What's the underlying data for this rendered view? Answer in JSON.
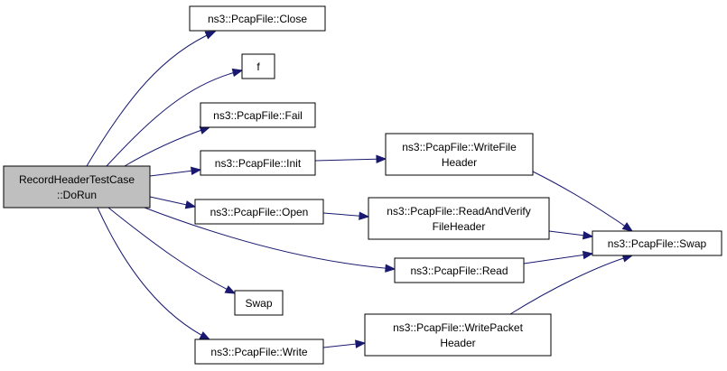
{
  "colors": {
    "root_fill": "#bfbfbf",
    "node_fill": "#ffffff",
    "edge": "#191970"
  },
  "nodes": [
    {
      "id": "root",
      "lines": [
        "RecordHeaderTestCase",
        "::DoRun"
      ],
      "root": true
    },
    {
      "id": "close",
      "lines": [
        "ns3::PcapFile::Close"
      ]
    },
    {
      "id": "f",
      "lines": [
        "f"
      ]
    },
    {
      "id": "fail",
      "lines": [
        "ns3::PcapFile::Fail"
      ]
    },
    {
      "id": "init",
      "lines": [
        "ns3::PcapFile::Init"
      ]
    },
    {
      "id": "open",
      "lines": [
        "ns3::PcapFile::Open"
      ]
    },
    {
      "id": "read",
      "lines": [
        "ns3::PcapFile::Read"
      ]
    },
    {
      "id": "swap_free",
      "lines": [
        "Swap"
      ]
    },
    {
      "id": "write",
      "lines": [
        "ns3::PcapFile::Write"
      ]
    },
    {
      "id": "writefileheader",
      "lines": [
        "ns3::PcapFile::WriteFile",
        "Header"
      ]
    },
    {
      "id": "readandverify",
      "lines": [
        "ns3::PcapFile::ReadAndVerify",
        "FileHeader"
      ]
    },
    {
      "id": "writepacketheader",
      "lines": [
        "ns3::PcapFile::WritePacket",
        "Header"
      ]
    },
    {
      "id": "swap",
      "lines": [
        "ns3::PcapFile::Swap"
      ]
    }
  ],
  "edges": [
    {
      "from": "root",
      "to": "close"
    },
    {
      "from": "root",
      "to": "f"
    },
    {
      "from": "root",
      "to": "fail"
    },
    {
      "from": "root",
      "to": "init"
    },
    {
      "from": "root",
      "to": "open"
    },
    {
      "from": "root",
      "to": "read"
    },
    {
      "from": "root",
      "to": "swap_free"
    },
    {
      "from": "root",
      "to": "write"
    },
    {
      "from": "init",
      "to": "writefileheader"
    },
    {
      "from": "open",
      "to": "readandverify"
    },
    {
      "from": "write",
      "to": "writepacketheader"
    },
    {
      "from": "writefileheader",
      "to": "swap"
    },
    {
      "from": "readandverify",
      "to": "swap"
    },
    {
      "from": "read",
      "to": "swap"
    },
    {
      "from": "writepacketheader",
      "to": "swap"
    }
  ]
}
